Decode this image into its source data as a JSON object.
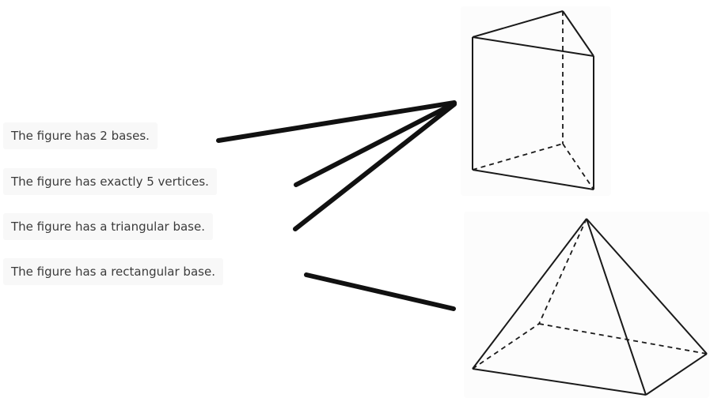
{
  "statements": [
    {
      "text": "The figure has 2 bases."
    },
    {
      "text": "The figure has exactly 5 vertices."
    },
    {
      "text": "The figure has a triangular base."
    },
    {
      "text": "The figure has a rectangular base."
    }
  ],
  "figures": [
    {
      "icon": "triangular-prism-icon"
    },
    {
      "icon": "square-pyramid-icon"
    }
  ],
  "connections": [
    {
      "from": "The figure has 2 bases.",
      "to": "triangular-prism-icon"
    },
    {
      "from": "The figure has exactly 5 vertices.",
      "to": "triangular-prism-icon"
    },
    {
      "from": "The figure has a triangular base.",
      "to": "triangular-prism-icon"
    },
    {
      "from": "The figure has a rectangular base.",
      "to": "square-pyramid-icon"
    }
  ],
  "colors": {
    "text": "#3b3b3b",
    "line": "#111111",
    "statement_bg": "#f8f8f8"
  }
}
